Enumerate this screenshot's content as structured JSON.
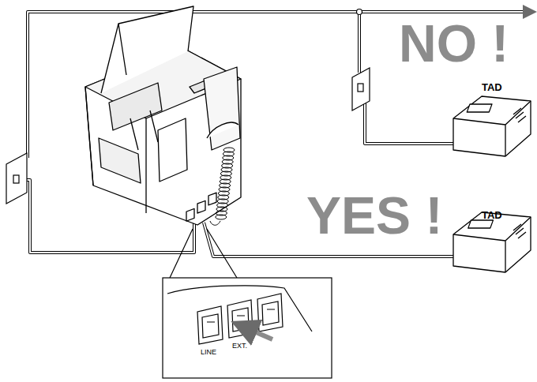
{
  "diagram": {
    "labels": [
      "NO !",
      "YES !",
      "TAD",
      "TAD",
      "LINE",
      "EXT."
    ]
  }
}
